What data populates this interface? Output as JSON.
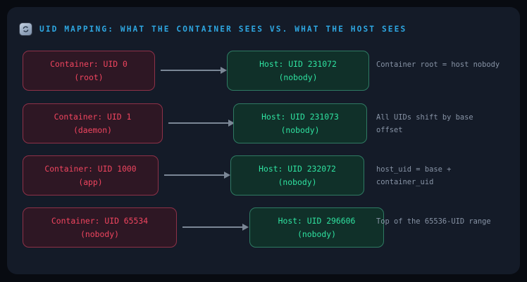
{
  "header": {
    "icon": "sync-badge-icon",
    "title": "UID MAPPING: WHAT THE CONTAINER SEES VS. WHAT THE HOST SEES",
    "title_color": "#2ea6e0"
  },
  "colors": {
    "page_background": "#080b11",
    "panel_background": "#141b28",
    "container_box_fill": "#2e1724",
    "container_box_border": "#8e3148",
    "container_box_text": "#f0455f",
    "host_box_fill": "#103029",
    "host_box_border": "#2f7a63",
    "host_box_text": "#2fe2a0",
    "arrow": "#7b8796",
    "note_text": "#8793a5"
  },
  "rows": [
    {
      "container": {
        "line1": "Container: UID 0",
        "line2": "(root)"
      },
      "host": {
        "line1": "Host: UID 231072",
        "line2": "(nobody)"
      },
      "arrow": "arrow-right",
      "note": "Container root = host nobody"
    },
    {
      "container": {
        "line1": "Container: UID 1",
        "line2": "(daemon)"
      },
      "host": {
        "line1": "Host: UID 231073",
        "line2": "(nobody)"
      },
      "arrow": "arrow-right",
      "note": "All UIDs shift by base offset"
    },
    {
      "container": {
        "line1": "Container: UID 1000",
        "line2": "(app)"
      },
      "host": {
        "line1": "Host: UID 232072",
        "line2": "(nobody)"
      },
      "arrow": "arrow-right",
      "note": "host_uid = base + container_uid"
    },
    {
      "container": {
        "line1": "Container: UID 65534",
        "line2": "(nobody)"
      },
      "host": {
        "line1": "Host: UID 296606",
        "line2": "(nobody)"
      },
      "arrow": "arrow-right",
      "note": "Top of the 65536-UID range"
    }
  ]
}
